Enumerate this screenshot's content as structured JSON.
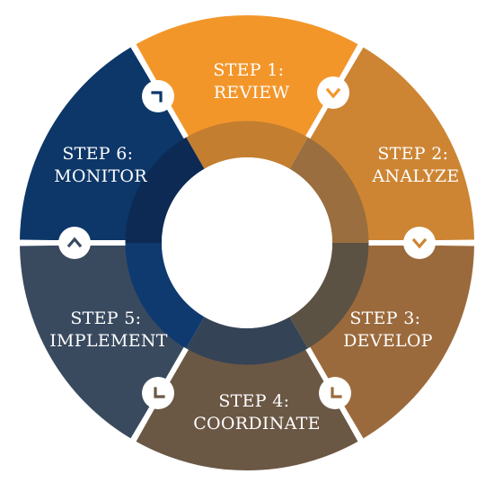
{
  "steps": [
    {
      "line1": "STEP 1:",
      "line2": "REVIEW",
      "color": "#F3962A",
      "inner_color": "#C47E30"
    },
    {
      "line1": "STEP 2:",
      "line2": "ANALYZE",
      "color": "#CD8533",
      "inner_color": "#9A6E3E"
    },
    {
      "line1": "STEP 3:",
      "line2": "DEVELOP",
      "color": "#9B6A3C",
      "inner_color": "#5C5244"
    },
    {
      "line1": "STEP 4:",
      "line2": "COORDINATE",
      "color": "#6A5744",
      "inner_color": "#354356"
    },
    {
      "line1": "STEP 5:",
      "line2": "IMPLEMENT",
      "color": "#394A5F",
      "inner_color": "#0E3A70"
    },
    {
      "line1": "STEP 6:",
      "line2": "MONITOR",
      "color": "#0D3768",
      "inner_color": "#0C2A53"
    }
  ],
  "connectors": [
    {
      "between": "step-6-step-1",
      "icon": "chevron-right-icon",
      "color": "#0D3768"
    },
    {
      "between": "step-1-step-2",
      "icon": "chevron-down-icon",
      "color": "#F3962A"
    },
    {
      "between": "step-2-step-3",
      "icon": "chevron-down-icon",
      "color": "#CD8533"
    },
    {
      "between": "step-3-step-4",
      "icon": "chevron-left-icon",
      "color": "#9B6A3C"
    },
    {
      "between": "step-4-step-5",
      "icon": "chevron-left-icon",
      "color": "#6A5744"
    },
    {
      "between": "step-5-step-6",
      "icon": "chevron-up-icon",
      "color": "#394A5F"
    }
  ]
}
